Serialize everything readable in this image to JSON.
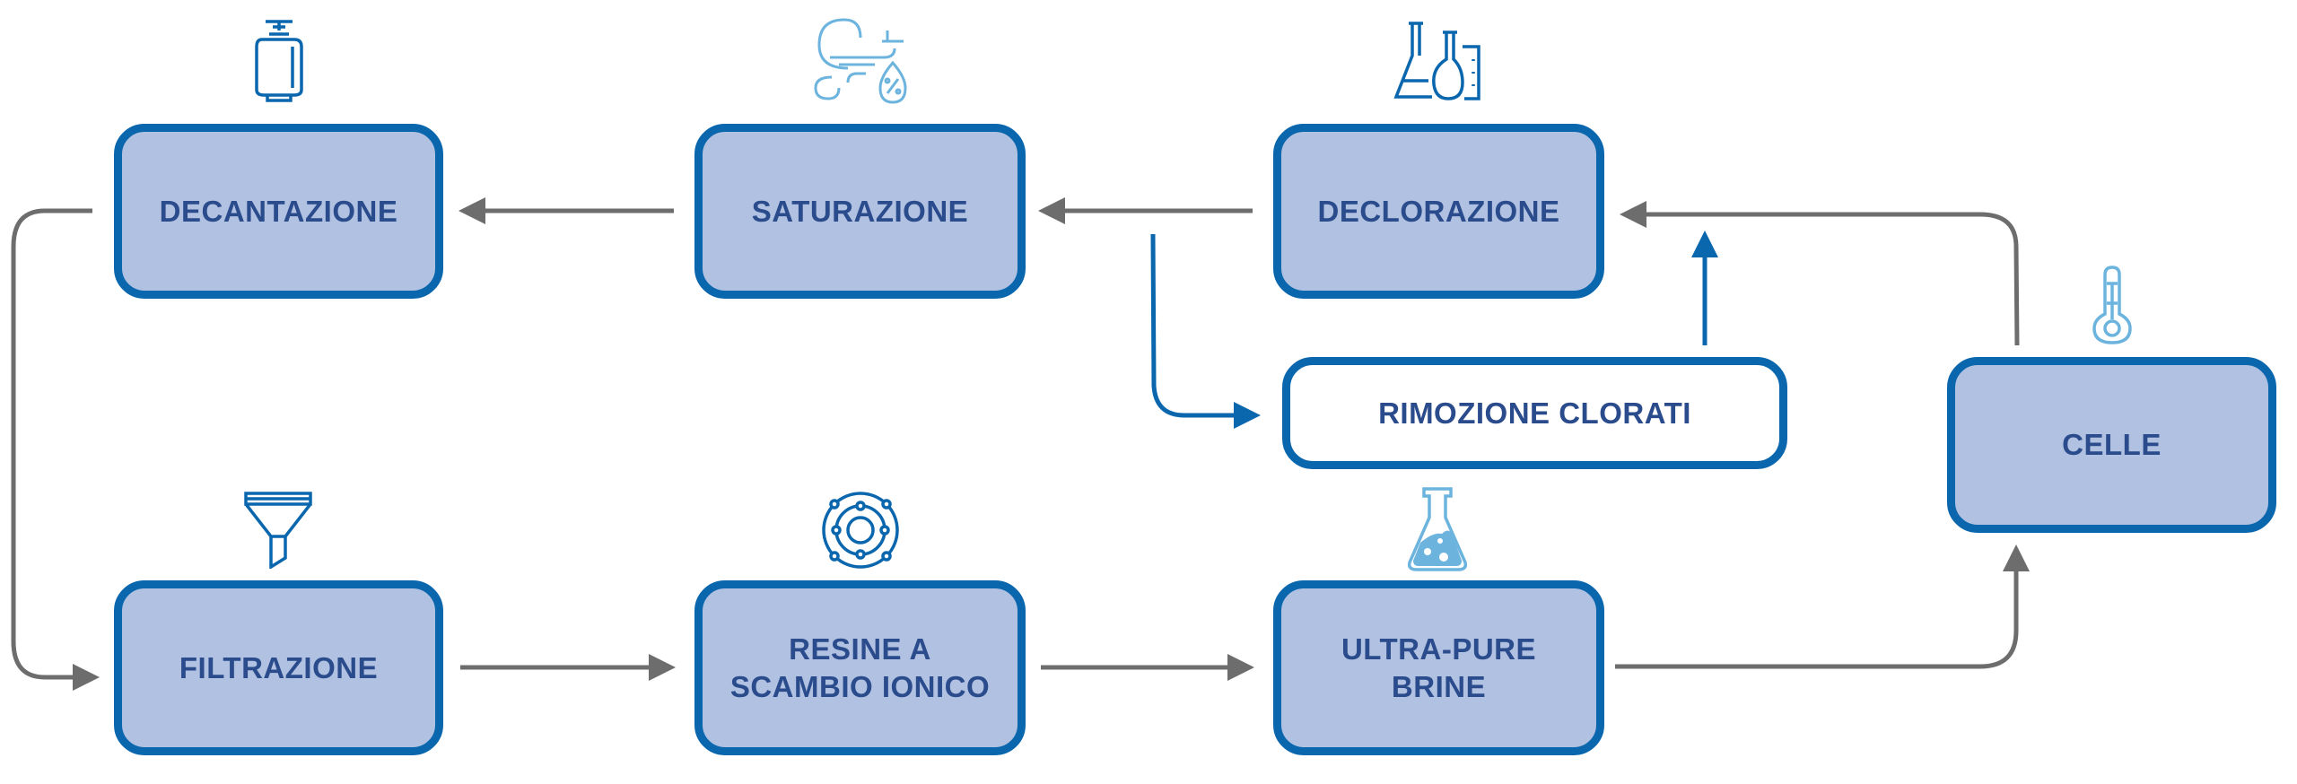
{
  "colors": {
    "box_fill": "#b1c1e1",
    "box_border": "#0a66ad",
    "text": "#2a4b8c",
    "arrow_gray": "#6d6d6d",
    "arrow_blue": "#0a66ad",
    "icon_light": "#6cb4de"
  },
  "steps": {
    "decantazione": {
      "label": "DECANTAZIONE",
      "icon": "gas-cylinder-icon"
    },
    "saturazione": {
      "label": "SATURAZIONE",
      "icon": "humidity-wind-icon"
    },
    "declorazione": {
      "label": "DECLORAZIONE",
      "icon": "lab-glassware-icon"
    },
    "rimozione": {
      "label": "RIMOZIONE CLORATI"
    },
    "celle": {
      "label": "CELLE",
      "icon": "thermometer-icon"
    },
    "filtrazione": {
      "label": "FILTRAZIONE",
      "icon": "funnel-icon"
    },
    "resine": {
      "label": "RESINE A SCAMBIO IONICO",
      "icon": "atom-icon"
    },
    "ultrapure": {
      "label": "ULTRA-PURE BRINE",
      "icon": "flask-icon"
    }
  }
}
